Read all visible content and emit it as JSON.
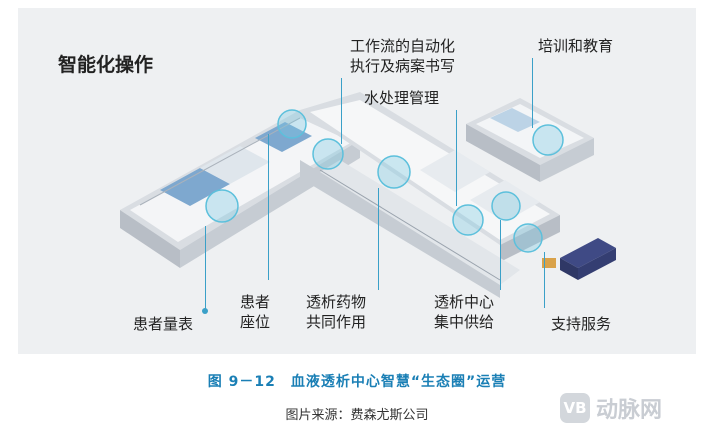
{
  "heading": "智能化操作",
  "labels": {
    "workflow_line1": "工作流的自动化",
    "workflow_line2": "执行及病案书写",
    "training": "培训和教育",
    "water": "水处理管理",
    "patient_weigh": "患者量表",
    "seat_line1": "患者",
    "seat_line2": "座位",
    "drug_line1": "透析药物",
    "drug_line2": "共同作用",
    "supply_line1": "透析中心",
    "supply_line2": "集中供给",
    "support": "支持服务"
  },
  "caption": "图 9－12　血液透析中心智慧“生态圈”运营",
  "source": "图片来源：费森尤斯公司",
  "watermark": "动脉网",
  "colors": {
    "accent": "#3aa0c8",
    "caption": "#1a7fb5",
    "panel": "#eef0f2"
  }
}
